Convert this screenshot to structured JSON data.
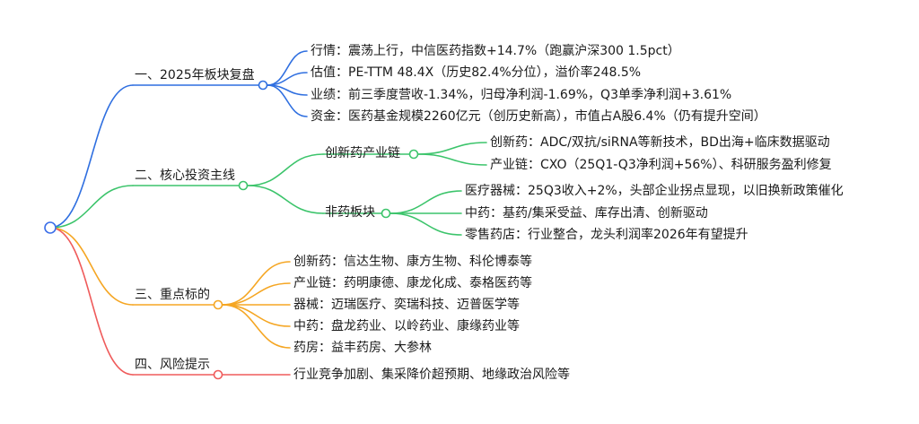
{
  "colors": {
    "blue": "#2f6fe0",
    "green": "#3cc46b",
    "orange": "#f5a623",
    "red": "#ef5b5b",
    "root": "#3b6ee8"
  },
  "branches": [
    {
      "label": "一、2025年板块复盘",
      "color": "blue",
      "children": [
        {
          "label": "行情：震荡上行，中信医药指数+14.7%（跑赢沪深300 1.5pct）"
        },
        {
          "label": "估值：PE-TTM 48.4X（历史82.4%分位），溢价率248.5%"
        },
        {
          "label": "业绩：前三季度营收-1.34%，归母净利润-1.69%，Q3单季净利润+3.61%"
        },
        {
          "label": "资金：医药基金规模2260亿元（创历史新高），市值占A股6.4%（仍有提升空间）"
        }
      ]
    },
    {
      "label": "二、核心投资主线",
      "color": "green",
      "children": [
        {
          "label": "创新药产业链",
          "children": [
            {
              "label": "创新药：ADC/双抗/siRNA等新技术，BD出海+临床数据驱动"
            },
            {
              "label": "产业链：CXO（25Q1-Q3净利润+56%）、科研服务盈利修复"
            }
          ]
        },
        {
          "label": "非药板块",
          "children": [
            {
              "label": "医疗器械：25Q3收入+2%，头部企业拐点显现，以旧换新政策催化"
            },
            {
              "label": "中药：基药/集采受益、库存出清、创新驱动"
            },
            {
              "label": "零售药店：行业整合，龙头利润率2026年有望提升"
            }
          ]
        }
      ]
    },
    {
      "label": "三、重点标的",
      "color": "orange",
      "children": [
        {
          "label": "创新药：信达生物、康方生物、科伦博泰等"
        },
        {
          "label": "产业链：药明康德、康龙化成、泰格医药等"
        },
        {
          "label": "器械：迈瑞医疗、奕瑞科技、迈普医学等"
        },
        {
          "label": "中药：盘龙药业、以岭药业、康缘药业等"
        },
        {
          "label": "药房：益丰药房、大参林"
        }
      ]
    },
    {
      "label": "四、风险提示",
      "color": "red",
      "children": [
        {
          "label": "行业竞争加剧、集采降价超预期、地缘政治风险等"
        }
      ]
    }
  ]
}
